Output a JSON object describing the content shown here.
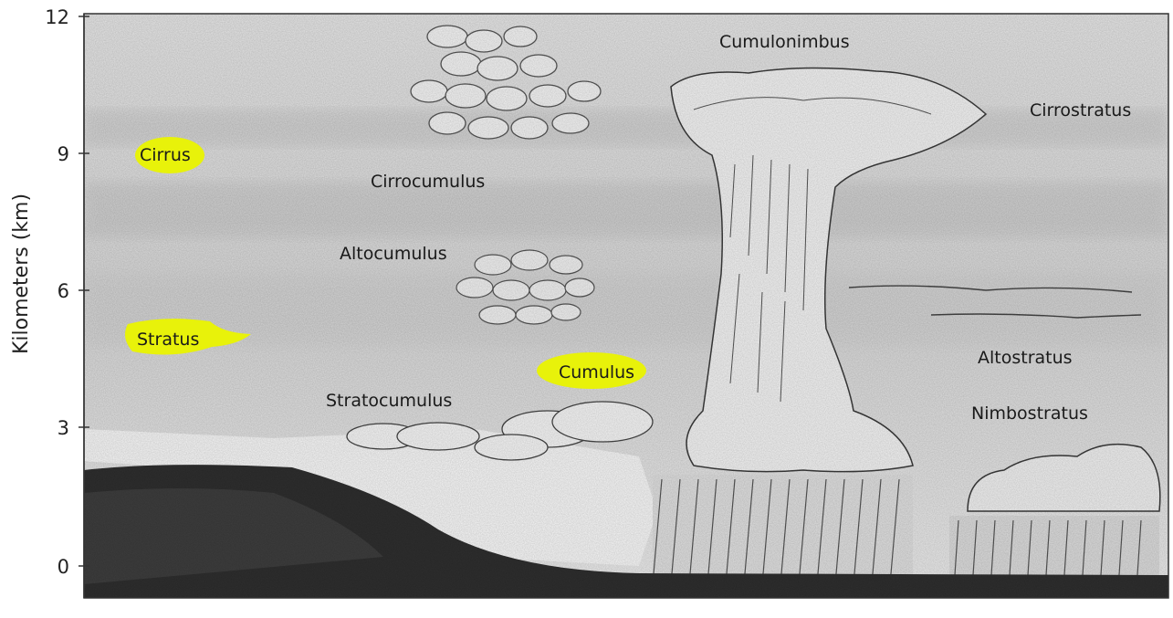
{
  "diagram": {
    "y_axis": {
      "title": "Kilometers (km)",
      "ticks": [
        "12",
        "9",
        "6",
        "3",
        "0"
      ]
    },
    "labels": {
      "cumulonimbus": "Cumulonimbus",
      "cirrostratus": "Cirrostratus",
      "cirrus": "Cirrus",
      "cirrocumulus": "Cirrocumulus",
      "altocumulus": "Altocumulus",
      "stratus": "Stratus",
      "cumulus": "Cumulus",
      "stratocumulus": "Stratocumulus",
      "altostratus": "Altostratus",
      "nimbostratus": "Nimbostratus"
    },
    "highlighted": [
      "Cirrus",
      "Stratus",
      "Cumulus"
    ],
    "colors": {
      "highlight": "#e8f20a",
      "ink": "#1a1a1a",
      "sky": "#d9d9d9",
      "ground": "#2f2f2f"
    }
  }
}
